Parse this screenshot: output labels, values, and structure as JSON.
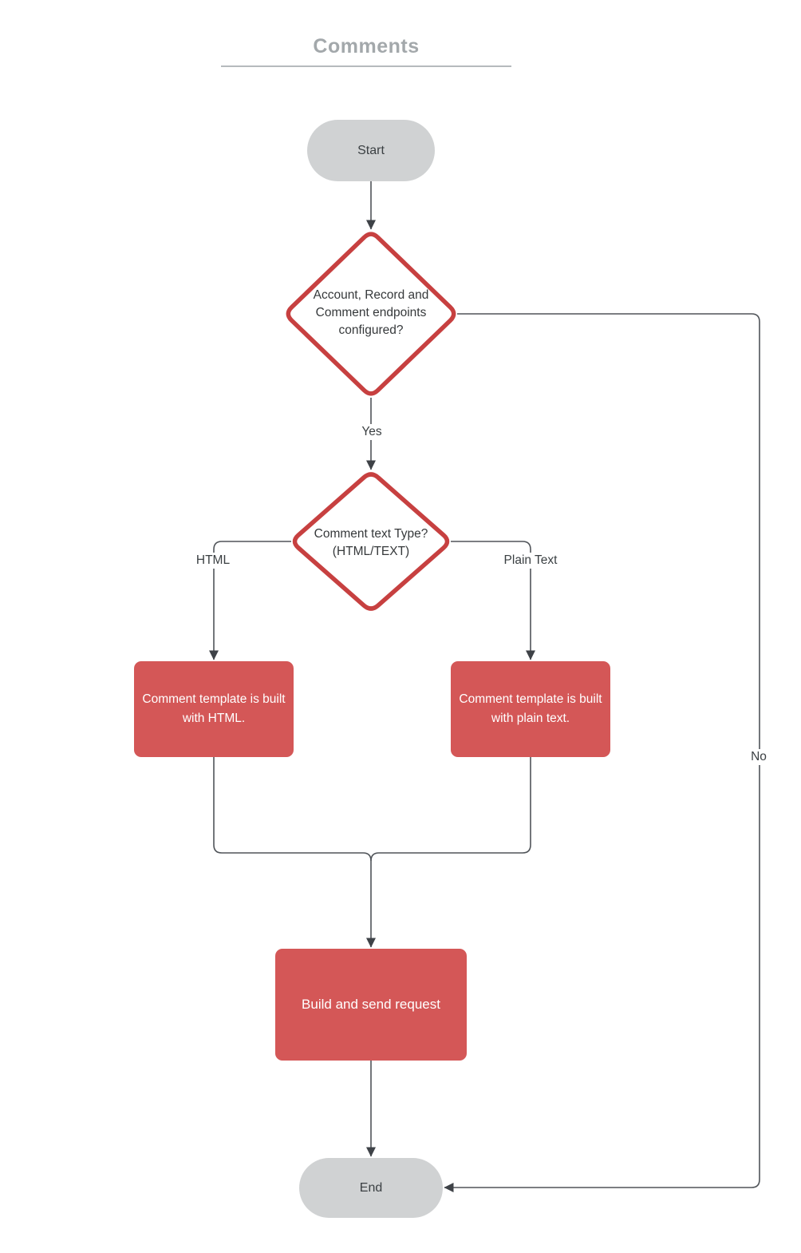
{
  "title": {
    "text": "Comments"
  },
  "colors": {
    "accent_red": "#c74040",
    "process_fill": "#d45757",
    "terminal_fill": "#d0d2d3",
    "title_gray": "#a3a8ab",
    "line": "#505459",
    "text_dark": "#3b4043",
    "text_light": "#ffffff"
  },
  "nodes": {
    "start": {
      "label": "Start"
    },
    "decision_endpoints": {
      "label": "Account, Record and Comment endpoints configured?"
    },
    "decision_comment_type": {
      "line1": "Comment text Type?",
      "line2": "(HTML/TEXT)"
    },
    "process_html": {
      "label": "Comment  template is built with HTML."
    },
    "process_plain_text": {
      "label": "Comment  template is built with plain text."
    },
    "process_build_request": {
      "label": "Build and send request"
    },
    "end": {
      "label": "End"
    }
  },
  "edge_labels": {
    "yes": "Yes",
    "no": "No",
    "html": "HTML",
    "plain_text": "Plain Text"
  }
}
